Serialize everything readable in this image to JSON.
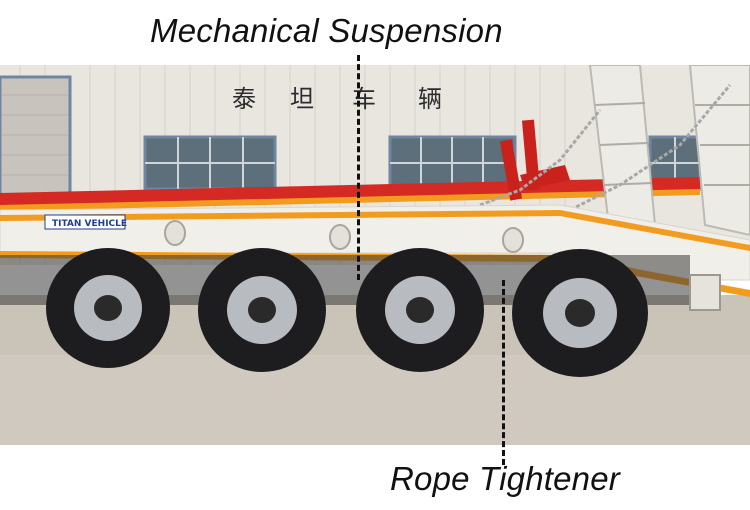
{
  "labels": {
    "top": "Mechanical Suspension",
    "bottom": "Rope Tightener"
  },
  "photo": {
    "signage_chars": [
      "泰",
      "坦",
      "车",
      "辆"
    ],
    "badge_text": "TITAN VEHICLE"
  },
  "colors": {
    "trailer_body": "#f1efe9",
    "stripe": "#f29c1f",
    "red_frame": "#d42a23",
    "tire": "#1d1d1f",
    "rim": "#b8bcc0",
    "wall": "#e9e6df",
    "ground": "#c9c3b8"
  }
}
